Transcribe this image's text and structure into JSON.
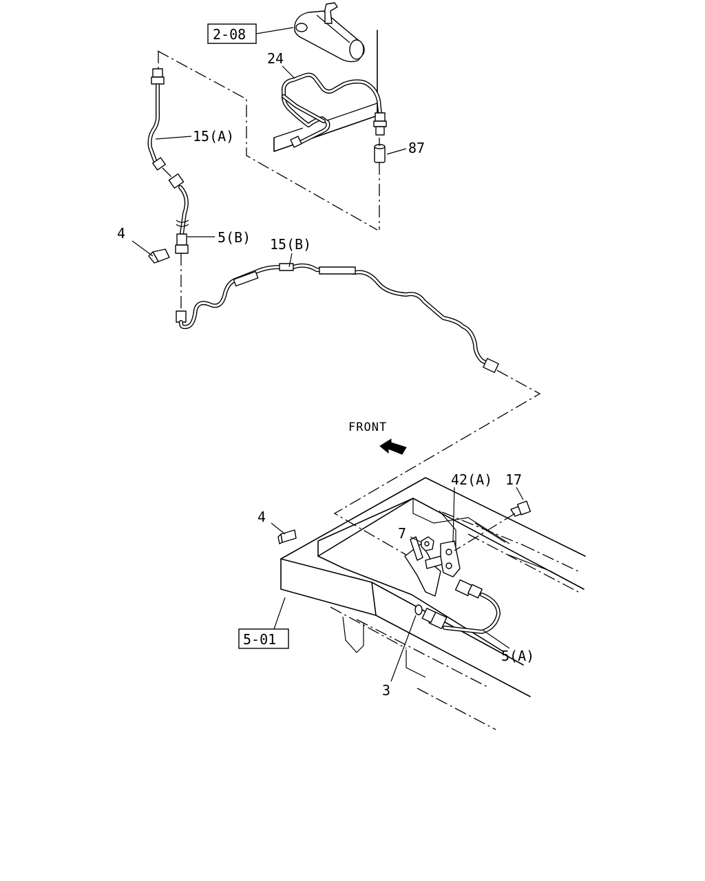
{
  "diagram": {
    "refs": {
      "ref_2_08": "2-08",
      "ref_5_01": "5-01"
    },
    "labels": {
      "part_24": "24",
      "part_87": "87",
      "part_15a": "15(A)",
      "part_4_top": "4",
      "part_5b": "5(B)",
      "part_15b": "15(B)",
      "front": "FRONT",
      "part_42a": "42(A)",
      "part_17": "17",
      "part_4_bottom": "4",
      "part_7": "7",
      "part_5a": "5(A)",
      "part_3": "3"
    }
  }
}
